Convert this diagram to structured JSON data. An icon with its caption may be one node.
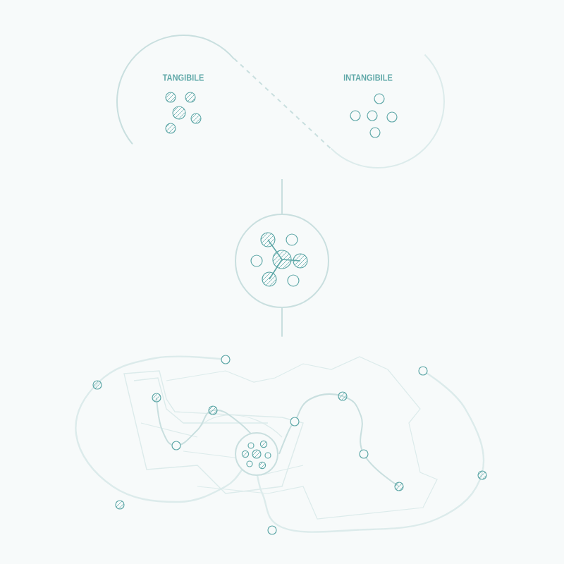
{
  "diagram": {
    "nodes": [
      {
        "text": [
          "TANGIBILE"
        ]
      },
      {
        "text": [
          "INTANGIBILE"
        ]
      },
      {
        "text": [],
        "shape": "circle"
      },
      {
        "text": [],
        "shape": "picture"
      }
    ],
    "edges": [
      {
        "from": 0,
        "to": 1,
        "arrow": "none",
        "style": "dashed"
      },
      {
        "from": null,
        "to": 2,
        "arrow": "none"
      },
      {
        "from": 2,
        "to": 3,
        "arrow": "none"
      }
    ]
  }
}
